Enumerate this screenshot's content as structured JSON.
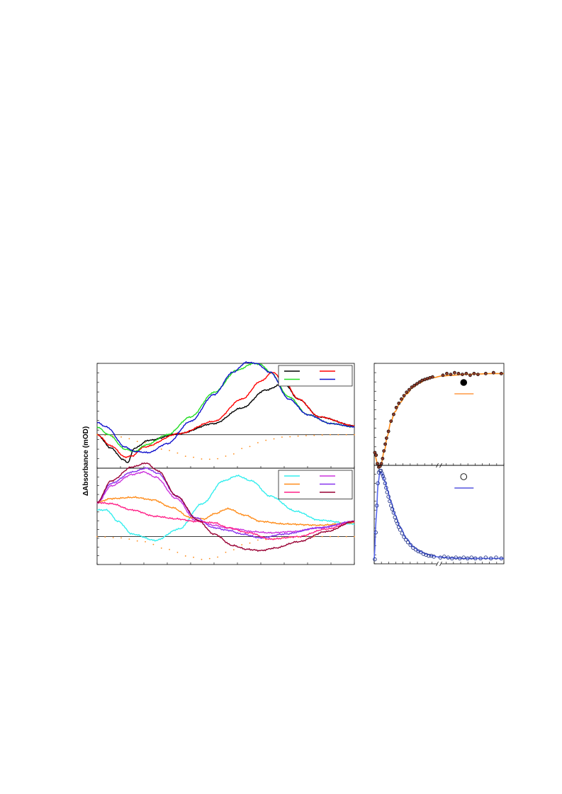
{
  "figure": {
    "ylabel": "ΔAbsorbance (mOD)"
  },
  "chart_data": [
    {
      "panel": "top-left",
      "type": "line",
      "xlabel": "",
      "ylabel": "ΔAbsorbance (mOD)",
      "xlim": [
        0,
        11
      ],
      "ylim": [
        -1.5,
        3.2
      ],
      "legend_position": "top-right",
      "legend_colors": [
        "#000000",
        "#ff0000",
        "#22dd22",
        "#1010cc"
      ],
      "series": [
        {
          "color": "#000000",
          "x": [
            0,
            0.6,
            1.1,
            1.3,
            1.6,
            2.2,
            3.5,
            5,
            6.2,
            7.2,
            8,
            8.6,
            9.5,
            11
          ],
          "values": [
            0,
            -0.6,
            -1.1,
            -1.25,
            -0.6,
            -0.25,
            0.05,
            0.5,
            1.2,
            2,
            2.3,
            1.6,
            0.8,
            0.4
          ]
        },
        {
          "color": "#ff0000",
          "x": [
            0,
            0.6,
            1.2,
            1.5,
            2,
            3.5,
            5,
            6.2,
            7,
            7.5,
            8,
            8.6,
            9.5,
            11
          ],
          "values": [
            0,
            -0.5,
            -1,
            -0.95,
            -0.55,
            0.05,
            0.6,
            1.6,
            2.4,
            2.8,
            2.4,
            1.6,
            0.8,
            0.4
          ]
        },
        {
          "color": "#22dd22",
          "x": [
            0,
            0.5,
            1.2,
            1.6,
            2.1,
            3,
            4,
            5,
            6,
            6.7,
            7,
            7.4,
            8.2,
            9,
            10,
            11
          ],
          "values": [
            0.35,
            0,
            -0.65,
            -0.75,
            -0.45,
            0,
            0.8,
            1.9,
            2.9,
            3.2,
            3.15,
            2.8,
            1.7,
            0.9,
            0.5,
            0.35
          ]
        },
        {
          "color": "#1010cc",
          "x": [
            0,
            0.4,
            1.2,
            1.6,
            2.2,
            3,
            4,
            5,
            5.8,
            6.4,
            6.8,
            7.4,
            8.2,
            9,
            10,
            11
          ],
          "values": [
            0.55,
            0.35,
            -0.55,
            -0.75,
            -0.8,
            -0.4,
            0.6,
            1.8,
            2.8,
            3.25,
            3.2,
            2.8,
            1.6,
            0.9,
            0.5,
            0.35
          ]
        },
        {
          "color": "#ff8c1a",
          "style": "dotted",
          "x": [
            0,
            1,
            2,
            3,
            4,
            4.6,
            5,
            5.6,
            6.4,
            7.2,
            8,
            9,
            10,
            11
          ],
          "values": [
            0,
            -0.1,
            -0.35,
            -0.7,
            -1,
            -1.1,
            -1.1,
            -0.95,
            -0.55,
            -0.25,
            -0.1,
            -0.04,
            0,
            0
          ]
        }
      ]
    },
    {
      "panel": "bottom-left",
      "type": "line",
      "xlabel": "",
      "ylabel": "ΔAbsorbance (mOD)",
      "xlim": [
        0,
        11
      ],
      "ylim": [
        -1.1,
        2.7
      ],
      "legend_position": "top-right",
      "legend_colors": [
        "#33eeee",
        "#cc33dd",
        "#ff8c1a",
        "#8833ee",
        "#ff2288",
        "#990033"
      ],
      "series": [
        {
          "color": "#33eeee",
          "x": [
            0,
            0.4,
            0.9,
            1.5,
            2.5,
            3.5,
            4.5,
            5.4,
            6,
            6.6,
            7.4,
            8.5,
            9.5,
            11
          ],
          "values": [
            1.05,
            1.05,
            0.6,
            0.1,
            -0.15,
            0.3,
            1.3,
            2.2,
            2.4,
            2.2,
            1.6,
            1,
            0.65,
            0.5
          ]
        },
        {
          "color": "#cc33dd",
          "x": [
            0,
            0.6,
            1.5,
            2,
            2.5,
            3.4,
            4.2,
            5,
            5.5,
            6,
            6.6,
            7.4,
            8.4,
            9.5,
            11
          ],
          "values": [
            1.3,
            2,
            2.45,
            2.55,
            2.35,
            1.5,
            0.65,
            0.45,
            0.35,
            0.3,
            0.2,
            0.15,
            0.2,
            0.35,
            0.6
          ]
        },
        {
          "color": "#ff8c1a",
          "x": [
            0,
            0.6,
            1.6,
            2.4,
            3.2,
            4,
            4.6,
            5,
            5.6,
            6.3,
            7,
            8,
            9.5,
            11
          ],
          "values": [
            1.35,
            1.5,
            1.55,
            1.45,
            1.15,
            0.75,
            0.7,
            0.9,
            1.1,
            0.85,
            0.6,
            0.5,
            0.45,
            0.55
          ]
        },
        {
          "color": "#8833ee",
          "x": [
            0,
            0.6,
            1.5,
            2.1,
            2.6,
            3.4,
            4.2,
            5,
            5.6,
            6.2,
            7,
            8,
            9.5,
            11
          ],
          "values": [
            1.35,
            2.1,
            2.55,
            2.7,
            2.5,
            1.6,
            0.75,
            0.35,
            0.25,
            0.1,
            -0.05,
            0.1,
            0.35,
            0.6
          ]
        },
        {
          "color": "#ff2288",
          "x": [
            0,
            0.6,
            1.5,
            2.5,
            3.4,
            4.2,
            5,
            5.6,
            6.5,
            7.4,
            8.6,
            9.8,
            11
          ],
          "values": [
            1.35,
            1.3,
            1.05,
            0.8,
            0.7,
            0.6,
            0.55,
            0.35,
            0.15,
            -0.1,
            0,
            0.3,
            0.6
          ]
        },
        {
          "color": "#990033",
          "x": [
            0,
            0.6,
            1.5,
            2.1,
            2.6,
            3.4,
            4.3,
            5,
            5.8,
            6.4,
            7,
            7.6,
            8.6,
            9.8,
            11
          ],
          "values": [
            1.35,
            2.2,
            2.75,
            2.9,
            2.6,
            1.6,
            0.65,
            0.1,
            -0.35,
            -0.5,
            -0.55,
            -0.45,
            -0.2,
            0.2,
            0.6
          ]
        },
        {
          "color": "#ff8c1a",
          "style": "dotted",
          "x": [
            0,
            1,
            2,
            3,
            4,
            4.5,
            5,
            5.6,
            6.3,
            7,
            8,
            9,
            10,
            11
          ],
          "values": [
            0,
            -0.05,
            -0.2,
            -0.5,
            -0.8,
            -0.9,
            -0.85,
            -0.6,
            -0.3,
            -0.12,
            -0.04,
            0,
            0,
            0
          ]
        }
      ]
    },
    {
      "panel": "top-right",
      "type": "scatter",
      "xlabel": "",
      "ylabel": "",
      "xlim": [
        0,
        10
      ],
      "ylim": [
        -0.1,
        1.1
      ],
      "broken_x_axis": true,
      "legend_position": "top-right",
      "legend_marker": "●",
      "legend_line_color": "#ff9944",
      "marker_color": "#000000",
      "marker_fill": "#8b3a2a",
      "fit_color": "#ff8c1a",
      "x": [
        0.05,
        0.15,
        0.25,
        0.35,
        0.45,
        0.55,
        0.65,
        0.75,
        0.85,
        0.95,
        1.1,
        1.3,
        1.5,
        1.7,
        1.9,
        2.1,
        2.3,
        2.5,
        2.7,
        2.9,
        3.1,
        3.3,
        3.5,
        3.7,
        3.9,
        4.1,
        4.3,
        4.5,
        5.3,
        5.6,
        5.9,
        6.2,
        6.5,
        6.8,
        7.1,
        7.4,
        7.7,
        8,
        8.6,
        9.2,
        9.8
      ],
      "values": [
        0.05,
        0.02,
        -0.08,
        -0.12,
        -0.11,
        -0.08,
        -0.02,
        0.07,
        0.15,
        0.22,
        0.3,
        0.42,
        0.5,
        0.58,
        0.63,
        0.68,
        0.72,
        0.76,
        0.79,
        0.82,
        0.84,
        0.86,
        0.88,
        0.9,
        0.91,
        0.92,
        0.93,
        0.94,
        0.96,
        0.98,
        0.97,
        0.99,
        0.98,
        0.97,
        0.98,
        0.96,
        0.98,
        0.97,
        0.98,
        0.99,
        0.98
      ],
      "fit_x": [
        0,
        0.3,
        0.5,
        0.8,
        1,
        1.3,
        1.6,
        2,
        2.5,
        3,
        3.5,
        4,
        4.5,
        5.2,
        6,
        7,
        8,
        9,
        10
      ],
      "fit_values": [
        0.05,
        -0.1,
        -0.1,
        0.08,
        0.24,
        0.42,
        0.53,
        0.64,
        0.74,
        0.82,
        0.87,
        0.91,
        0.93,
        0.95,
        0.96,
        0.97,
        0.975,
        0.98,
        0.98
      ]
    },
    {
      "panel": "bottom-right",
      "type": "scatter",
      "xlabel": "",
      "ylabel": "",
      "xlim": [
        0,
        10
      ],
      "ylim": [
        -0.05,
        1.05
      ],
      "broken_x_axis": true,
      "legend_position": "top-right",
      "legend_marker": "○",
      "legend_line_color": "#5555dd",
      "marker_color": "#223388",
      "fit_color": "#5566ee",
      "x": [
        0.05,
        0.12,
        0.2,
        0.28,
        0.36,
        0.44,
        0.52,
        0.6,
        0.68,
        0.76,
        0.84,
        0.92,
        1,
        1.1,
        1.2,
        1.3,
        1.4,
        1.5,
        1.6,
        1.7,
        1.8,
        1.9,
        2,
        2.15,
        2.3,
        2.45,
        2.6,
        2.8,
        3,
        3.2,
        3.4,
        3.6,
        3.8,
        4,
        4.2,
        4.4,
        4.6,
        5.1,
        5.4,
        5.7,
        6,
        6.3,
        6.6,
        6.9,
        7.2,
        7.5,
        7.8,
        8.2,
        8.6,
        9,
        9.4,
        9.8
      ],
      "values": [
        0,
        0.3,
        0.6,
        0.85,
        0.97,
        0.99,
        0.99,
        0.96,
        0.93,
        0.9,
        0.85,
        0.8,
        0.75,
        0.7,
        0.65,
        0.6,
        0.56,
        0.52,
        0.47,
        0.43,
        0.4,
        0.36,
        0.33,
        0.29,
        0.25,
        0.22,
        0.19,
        0.16,
        0.13,
        0.11,
        0.09,
        0.08,
        0.06,
        0.05,
        0.04,
        0.04,
        0.03,
        0.02,
        0.03,
        0.02,
        0.01,
        0.02,
        0.01,
        0.02,
        0.01,
        0.02,
        0.01,
        0.01,
        0.02,
        0.01,
        0.02,
        0.01
      ],
      "fit_x": [
        0,
        0.15,
        0.3,
        0.45,
        0.6,
        0.8,
        1,
        1.3,
        1.6,
        2,
        2.5,
        3,
        3.5,
        4,
        4.5,
        5,
        6,
        7,
        8,
        9,
        10
      ],
      "fit_values": [
        0,
        0.45,
        0.85,
        0.98,
        0.96,
        0.88,
        0.78,
        0.64,
        0.5,
        0.36,
        0.23,
        0.14,
        0.09,
        0.06,
        0.04,
        0.025,
        0.015,
        0.01,
        0.01,
        0.01,
        0.01
      ]
    }
  ]
}
